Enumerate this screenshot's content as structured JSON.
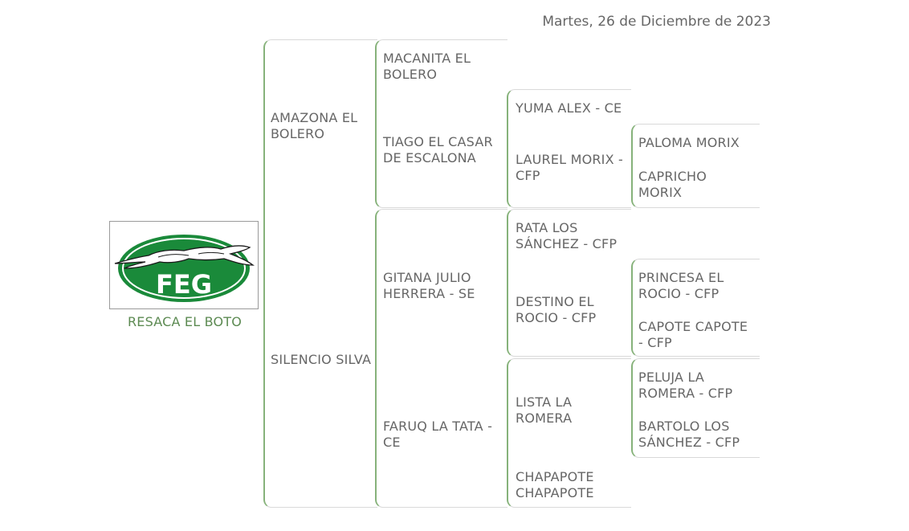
{
  "header": {
    "date": "Martes, 26 de Diciembre de 2023"
  },
  "logo": {
    "text": "FEG",
    "color": "#1a8a3a"
  },
  "accent_color": "#86b27a",
  "pedigree": {
    "subject": "RESACA EL BOTO",
    "generation_1": {
      "dam": "AMAZONA EL BOLERO",
      "sire": "SILENCIO SILVA"
    },
    "generation_2": {
      "dam_dam": "MACANITA EL BOLERO",
      "dam_sire": "TIAGO EL CASAR DE ESCALONA",
      "sire_dam": "GITANA JULIO HERRERA - SE",
      "sire_sire": "FARUQ LA TATA - CE"
    },
    "generation_3": {
      "tiago_dam": "YUMA ALEX - CE",
      "tiago_sire": "LAUREL MORIX - CFP",
      "gitana_dam": "RATA LOS SÁNCHEZ - CFP",
      "gitana_sire": "DESTINO EL ROCIO - CFP",
      "faruq_dam": "LISTA LA ROMERA",
      "faruq_sire": "CHAPAPOTE CHAPAPOTE"
    },
    "generation_4": {
      "laurel_dam": "PALOMA MORIX",
      "laurel_sire": "CAPRICHO MORIX",
      "destino_dam": "PRINCESA EL ROCIO - CFP",
      "destino_sire": "CAPOTE CAPOTE - CFP",
      "lista_dam": "PELUJA LA ROMERA - CFP",
      "lista_sire": "BARTOLO LOS SÁNCHEZ - CFP"
    }
  }
}
